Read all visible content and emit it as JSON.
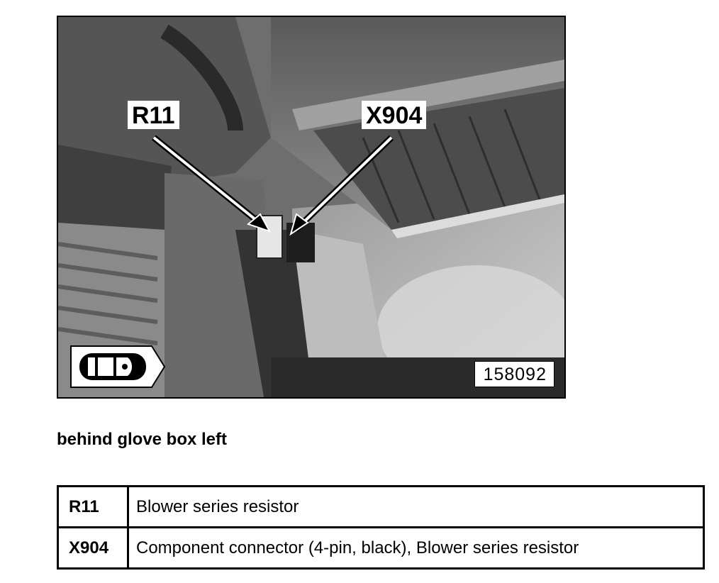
{
  "figure": {
    "callouts": [
      {
        "id": "r11",
        "label": "R11"
      },
      {
        "id": "x904",
        "label": "X904"
      }
    ],
    "figure_number": "158092",
    "view_icon": "car-top-view-icon"
  },
  "caption": "behind glove box left",
  "legend": [
    {
      "code": "R11",
      "description": "Blower series resistor"
    },
    {
      "code": "X904",
      "description": "Component connector (4-pin, black), Blower series resistor"
    }
  ]
}
